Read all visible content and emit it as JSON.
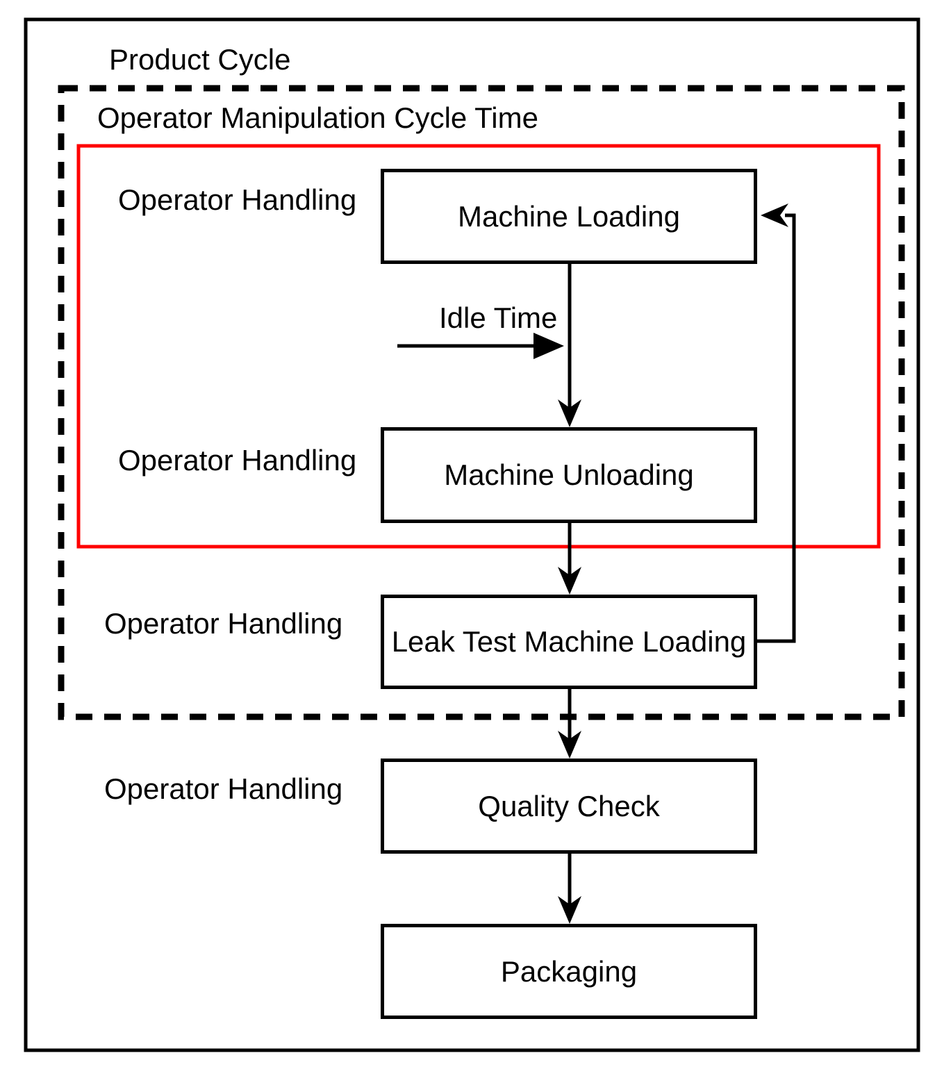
{
  "diagram": {
    "title": "Product Cycle",
    "subtitle": "Operator Manipulation Cycle Time",
    "colors": {
      "line": "#000000",
      "highlight": "#ff0000",
      "background": "#ffffff"
    },
    "nodes": [
      {
        "id": "machine-loading",
        "label": "Machine Loading"
      },
      {
        "id": "machine-unloading",
        "label": "Machine Unloading"
      },
      {
        "id": "leak-test-machine-loading",
        "label": "Leak Test Machine Loading"
      },
      {
        "id": "quality-check",
        "label": "Quality Check"
      },
      {
        "id": "packaging",
        "label": "Packaging"
      }
    ],
    "side_labels": [
      "Operator Handling",
      "Operator Handling",
      "Operator Handling",
      "Operator Handling"
    ],
    "annotations": {
      "idle_time": "Idle Time"
    },
    "edges": [
      {
        "from": "Machine Loading",
        "to": "Machine Unloading",
        "label": "Idle Time"
      },
      {
        "from": "Machine Unloading",
        "to": "Leak Test Machine Loading"
      },
      {
        "from": "Leak Test Machine Loading",
        "to": "Machine Loading",
        "type": "feedback"
      },
      {
        "from": "Leak Test Machine Loading",
        "to": "Quality Check"
      },
      {
        "from": "Quality Check",
        "to": "Packaging"
      }
    ]
  }
}
